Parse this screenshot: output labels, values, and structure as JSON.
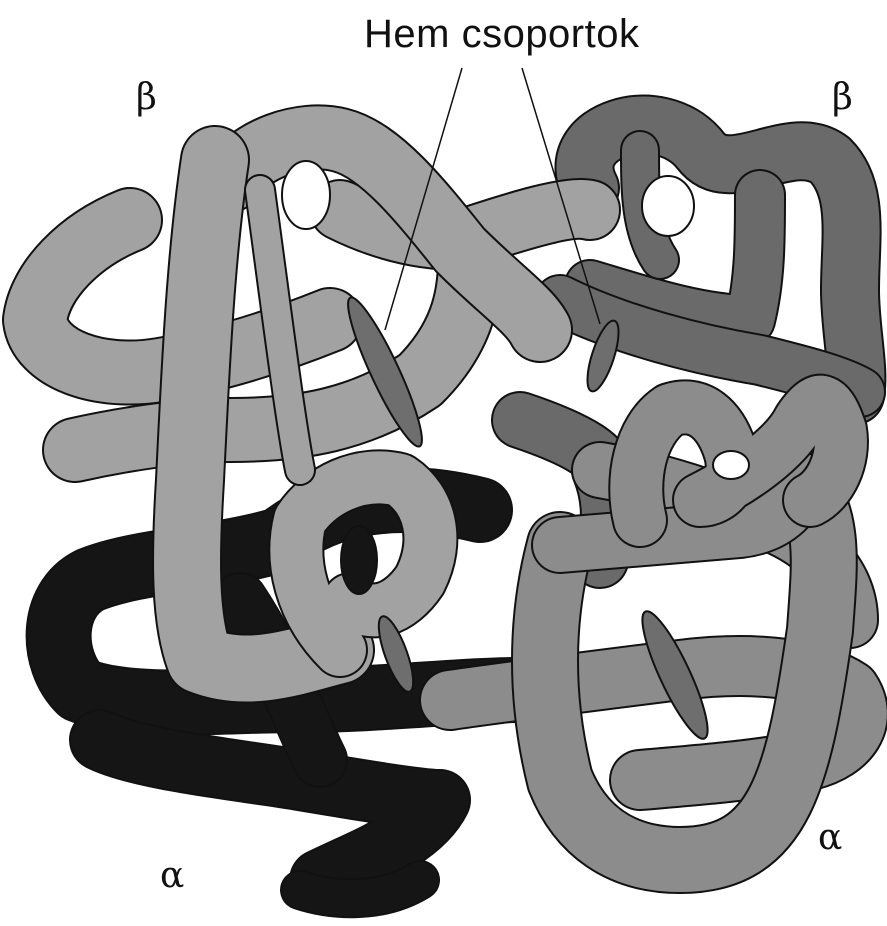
{
  "diagram": {
    "heme_label": "Hem csoportok",
    "subunits": {
      "top_left": "β",
      "top_right": "β",
      "bottom_left": "α",
      "bottom_right": "α"
    },
    "colors": {
      "beta_left": "#a2a2a2",
      "beta_right": "#6a6a6a",
      "alpha_left": "#151515",
      "alpha_right": "#8c8c8c",
      "heme": "#6e6e6e",
      "outline": "#111111"
    }
  }
}
